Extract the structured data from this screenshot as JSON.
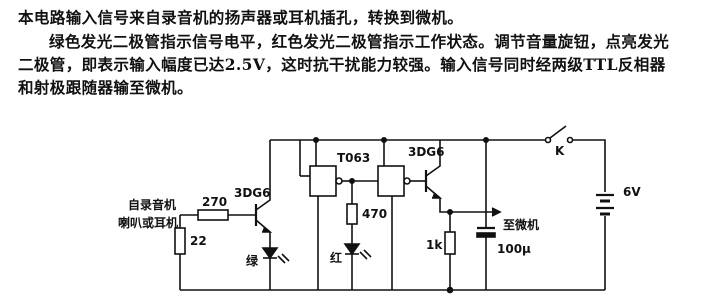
{
  "text": {
    "paragraph1": "本电路输入信号来自录音机的扬声器或耳机插孔，转换到微机。",
    "paragraph2_line1": "绿色发光二极管指示信号电平，红色发光二极管指示工作状态。调节音量旋钮，点亮发光",
    "paragraph2_line2": "二极管，即表示输入幅度已达2.5V，这时抗干扰能力较强。输入信号同时经两级TTL反相器",
    "paragraph2_line3": "和射极跟随器输至微机。"
  },
  "diagram": {
    "input_label_line1": "自录音机",
    "input_label_line2": "喇叭或耳机",
    "r_input": "270",
    "r_shunt": "22",
    "q1": "3DG6",
    "led_green": "绿",
    "ic": "T063",
    "r_red": "470",
    "led_red": "红",
    "q2": "3DG6",
    "r_emitter": "1k",
    "output_label": "至微机",
    "capacitor": "100μ",
    "switch": "K",
    "battery": "6V"
  }
}
